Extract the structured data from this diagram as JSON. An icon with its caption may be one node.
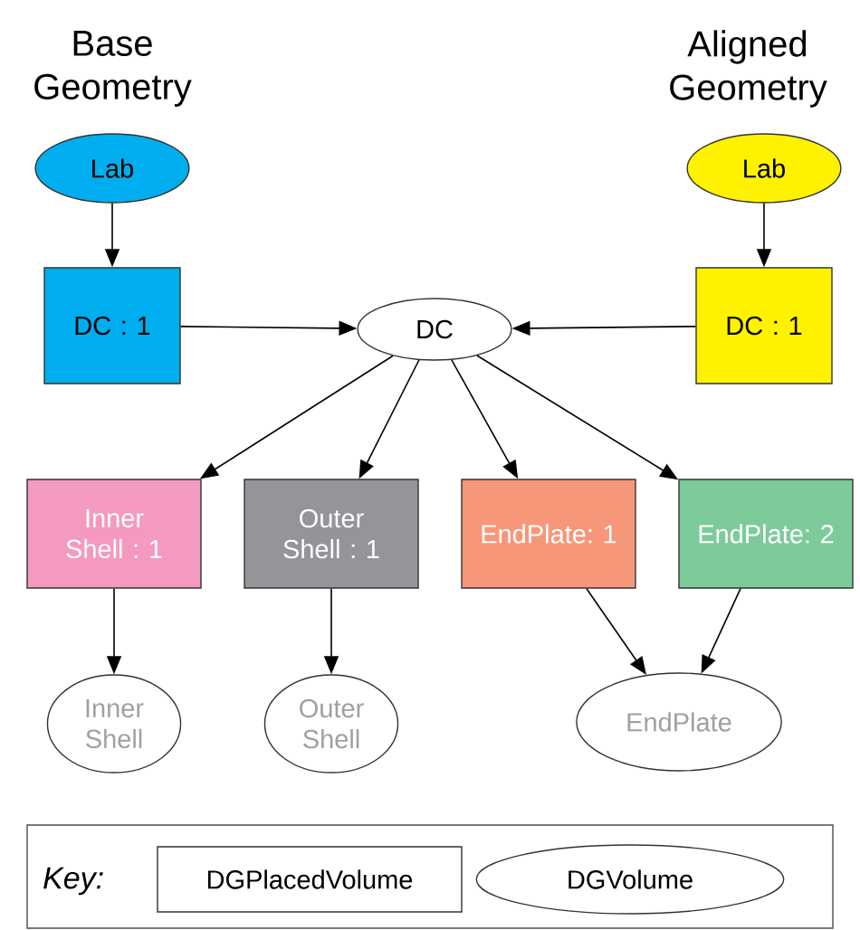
{
  "diagram": {
    "nodes": [
      {
        "text": [
          "Lab"
        ],
        "beside": [
          "Base Geometry"
        ]
      },
      {
        "text": [
          "Lab"
        ],
        "beside": [
          "Aligned Geometry"
        ]
      },
      {
        "text": [
          "DC : 1"
        ]
      },
      {
        "text": [
          "DC"
        ]
      },
      {
        "text": [
          "DC : 1"
        ]
      },
      {
        "text": [
          "Inner Shell : 1"
        ]
      },
      {
        "text": [
          "Outer Shell : 1"
        ]
      },
      {
        "text": [
          "EndPlate: 1"
        ]
      },
      {
        "text": [
          "EndPlate: 2"
        ]
      },
      {
        "text": [
          "Inner Shell"
        ]
      },
      {
        "text": [
          "Outer Shell"
        ]
      },
      {
        "text": [
          "EndPlate"
        ]
      },
      {
        "text": [
          "Key:"
        ]
      },
      {
        "text": [
          "DGPlacedVolume"
        ],
        "in": 12
      },
      {
        "text": [
          "DGVolume"
        ],
        "in": 12
      }
    ],
    "edges": [
      {
        "from": 0,
        "to": 2,
        "arrow": "to"
      },
      {
        "from": 1,
        "to": 4,
        "arrow": "to"
      },
      {
        "from": 2,
        "to": 3,
        "arrow": "to"
      },
      {
        "from": 4,
        "to": 3,
        "arrow": "to"
      },
      {
        "from": 3,
        "to": 5,
        "arrow": "to"
      },
      {
        "from": 3,
        "to": 6,
        "arrow": "to"
      },
      {
        "from": 3,
        "to": 7,
        "arrow": "to"
      },
      {
        "from": 3,
        "to": 8,
        "arrow": "to"
      },
      {
        "from": 5,
        "to": 9,
        "arrow": "to"
      },
      {
        "from": 6,
        "to": 10,
        "arrow": "to"
      },
      {
        "from": 7,
        "to": 11,
        "arrow": "to"
      },
      {
        "from": 8,
        "to": 11,
        "arrow": "to"
      }
    ]
  }
}
